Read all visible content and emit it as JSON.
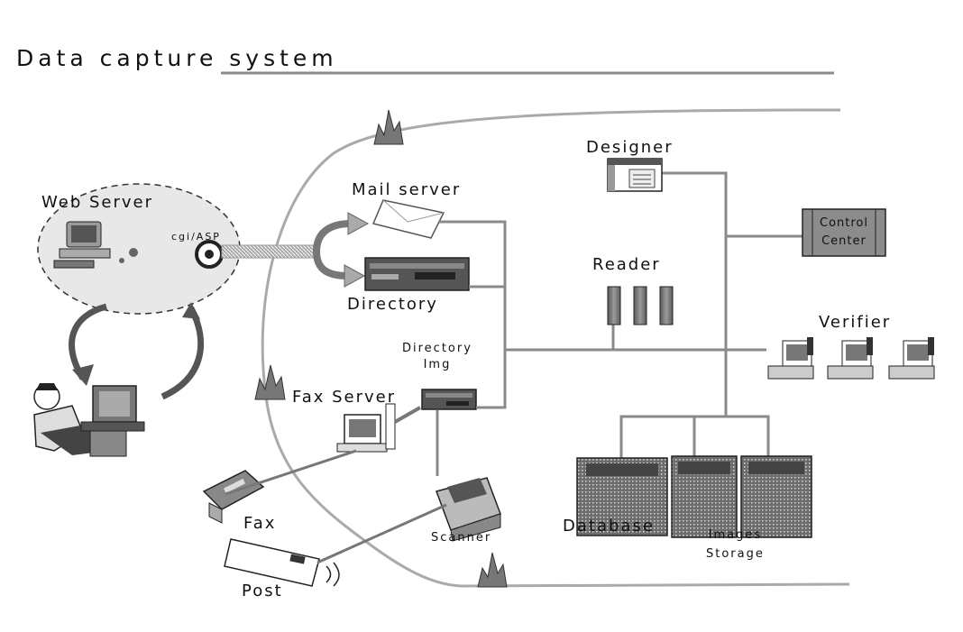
{
  "title": "Data capture system",
  "labels": {
    "web_server": "Web Server",
    "cgi_asp": "cgi/ASP",
    "mail_server": "Mail server",
    "directory": "Directory",
    "directory_img": "Directory\nImg",
    "fax_server": "Fax Server",
    "fax": "Fax",
    "post": "Post",
    "scanner": "Scanner",
    "designer": "Designer",
    "reader": "Reader",
    "control_center": "Control\nCenter",
    "verifier": "Verifier",
    "database": "Database",
    "images_storage": "Images\nStorage"
  },
  "colors": {
    "line": "#8a8a8a",
    "curve": "#b0b0b0",
    "equipment": "#6e6e6e",
    "equipment_dark": "#3a3a3a",
    "cloud": "#e6e6e6",
    "control_center_fill": "#8c8c8c"
  },
  "icons": [
    "computer-icon",
    "cloud-icon",
    "server-icon",
    "envelope-icon",
    "fax-icon",
    "scanner-icon",
    "monitor-icon",
    "cabinet-icon",
    "fire-icon",
    "arrow-icon",
    "person-icon"
  ]
}
